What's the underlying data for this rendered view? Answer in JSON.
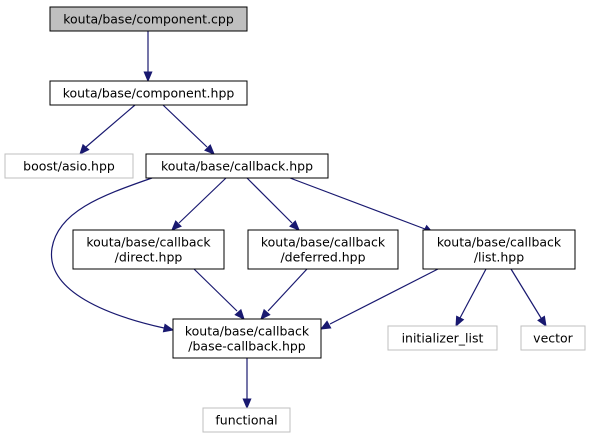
{
  "colors": {
    "edge": "#191970",
    "node_border": "#000000",
    "external_border": "#bfbfbf",
    "root_fill": "#bfbfbf",
    "node_fill": "#ffffff",
    "text": "#000000"
  },
  "nodes": [
    {
      "id": "component_cpp",
      "lines": [
        "kouta/base/component.cpp"
      ],
      "kind": "root"
    },
    {
      "id": "component_hpp",
      "lines": [
        "kouta/base/component.hpp"
      ],
      "kind": "internal"
    },
    {
      "id": "boost_asio",
      "lines": [
        "boost/asio.hpp"
      ],
      "kind": "external"
    },
    {
      "id": "callback_hpp",
      "lines": [
        "kouta/base/callback.hpp"
      ],
      "kind": "internal"
    },
    {
      "id": "direct_hpp",
      "lines": [
        "kouta/base/callback",
        "/direct.hpp"
      ],
      "kind": "internal"
    },
    {
      "id": "deferred_hpp",
      "lines": [
        "kouta/base/callback",
        "/deferred.hpp"
      ],
      "kind": "internal"
    },
    {
      "id": "list_hpp",
      "lines": [
        "kouta/base/callback",
        "/list.hpp"
      ],
      "kind": "internal"
    },
    {
      "id": "base_callback_hpp",
      "lines": [
        "kouta/base/callback",
        "/base-callback.hpp"
      ],
      "kind": "internal"
    },
    {
      "id": "initializer_list",
      "lines": [
        "initializer_list"
      ],
      "kind": "external"
    },
    {
      "id": "vector",
      "lines": [
        "vector"
      ],
      "kind": "external"
    },
    {
      "id": "functional",
      "lines": [
        "functional"
      ],
      "kind": "external"
    }
  ],
  "edges": [
    {
      "from": "component_cpp",
      "to": "component_hpp"
    },
    {
      "from": "component_hpp",
      "to": "boost_asio"
    },
    {
      "from": "component_hpp",
      "to": "callback_hpp"
    },
    {
      "from": "callback_hpp",
      "to": "direct_hpp"
    },
    {
      "from": "callback_hpp",
      "to": "deferred_hpp"
    },
    {
      "from": "callback_hpp",
      "to": "list_hpp"
    },
    {
      "from": "callback_hpp",
      "to": "base_callback_hpp"
    },
    {
      "from": "direct_hpp",
      "to": "base_callback_hpp"
    },
    {
      "from": "deferred_hpp",
      "to": "base_callback_hpp"
    },
    {
      "from": "list_hpp",
      "to": "base_callback_hpp"
    },
    {
      "from": "list_hpp",
      "to": "initializer_list"
    },
    {
      "from": "list_hpp",
      "to": "vector"
    },
    {
      "from": "base_callback_hpp",
      "to": "functional"
    }
  ]
}
